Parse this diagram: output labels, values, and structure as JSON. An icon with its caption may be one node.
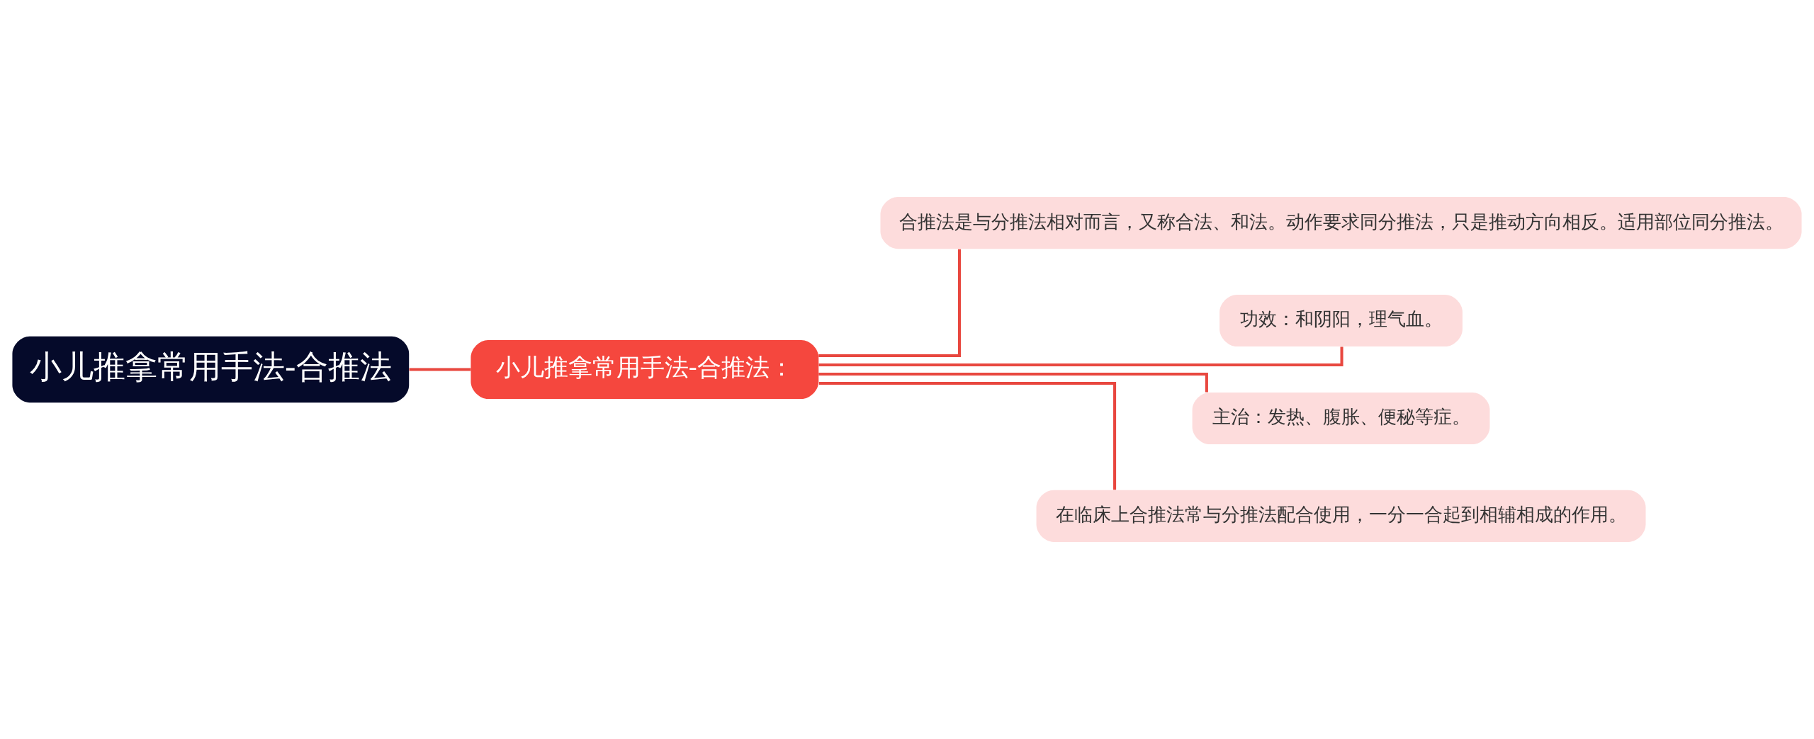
{
  "diagram": {
    "nodes": [
      {
        "text": [
          "小儿推拿常用手法-合推法"
        ]
      },
      {
        "text": [
          "小儿推拿常用手法-合推法："
        ]
      },
      {
        "text": [
          "合推法是与分推法相对而言，又称合法、和法。动作要求同分推法，只是推动方向相反。适用部位同分推法。"
        ]
      },
      {
        "text": [
          "功效：和阴阳，理气血。"
        ]
      },
      {
        "text": [
          "主治：发热、腹胀、便秘等症。"
        ]
      },
      {
        "text": [
          "在临床上合推法常与分推法配合使用，一分一合起到相辅相成的作用。"
        ]
      }
    ],
    "edges": [
      {
        "from": 0,
        "to": 1,
        "arrow": "none"
      },
      {
        "from": 1,
        "to": 2,
        "arrow": "none"
      },
      {
        "from": 1,
        "to": 3,
        "arrow": "none"
      },
      {
        "from": 1,
        "to": 4,
        "arrow": "none"
      },
      {
        "from": 1,
        "to": 5,
        "arrow": "none"
      }
    ]
  }
}
